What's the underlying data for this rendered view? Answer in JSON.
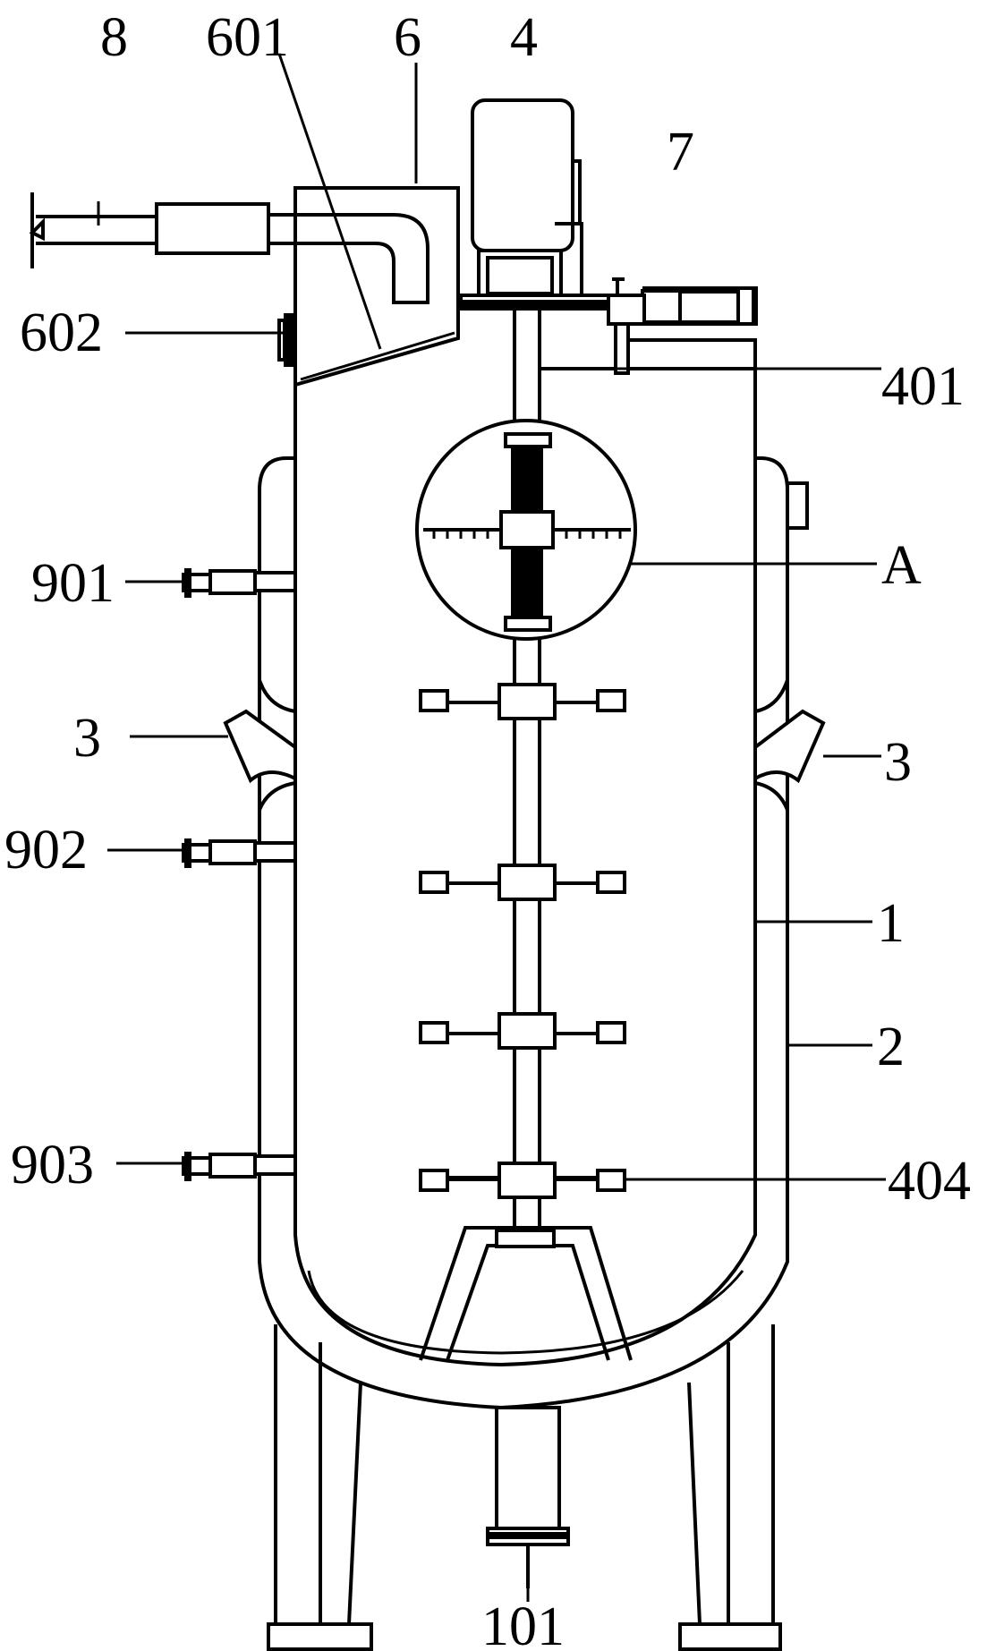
{
  "labels": {
    "l8": "8",
    "l601": "601",
    "l6": "6",
    "l4": "4",
    "l7": "7",
    "l602": "602",
    "l401": "401",
    "lA": "A",
    "l901": "901",
    "l3_left": "3",
    "l3_right": "3",
    "l902": "902",
    "l1": "1",
    "l2": "2",
    "l903": "903",
    "l404": "404",
    "l101": "101"
  }
}
